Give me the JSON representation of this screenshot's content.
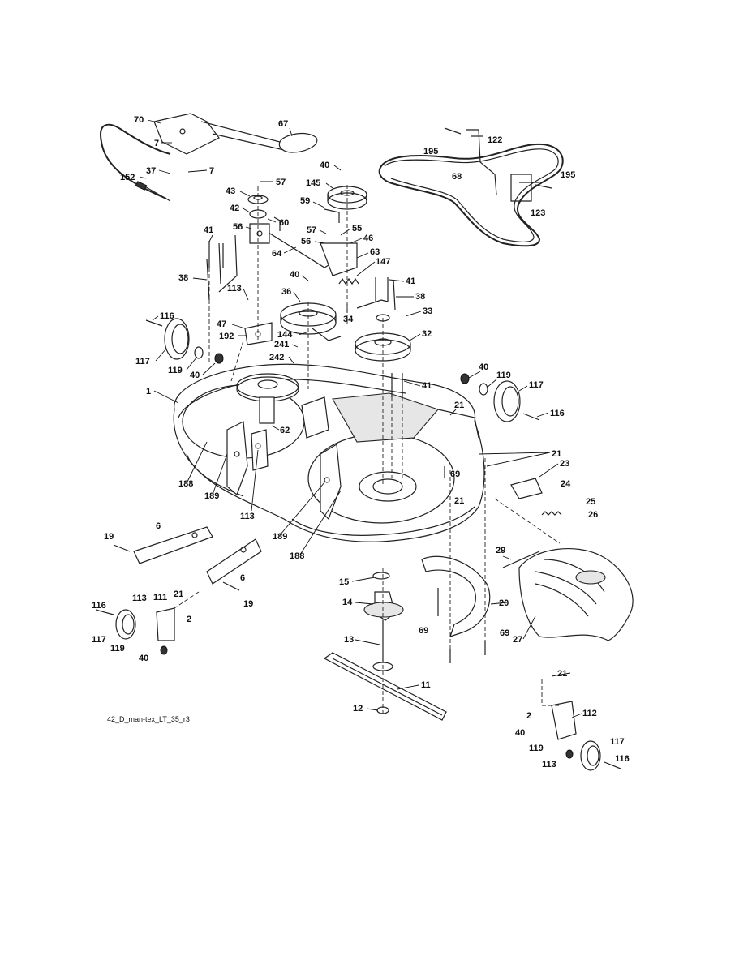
{
  "drawing_id": "42_D_man-tex_LT_35_r3",
  "callouts": [
    {
      "id": "c70a",
      "text": "70"
    },
    {
      "id": "c67",
      "text": "67"
    },
    {
      "id": "c7a",
      "text": "7"
    },
    {
      "id": "c7b",
      "text": "7"
    },
    {
      "id": "c152",
      "text": "152"
    },
    {
      "id": "c37",
      "text": "37"
    },
    {
      "id": "c57a",
      "text": "57"
    },
    {
      "id": "c40a",
      "text": "40"
    },
    {
      "id": "c145",
      "text": "145"
    },
    {
      "id": "c43",
      "text": "43"
    },
    {
      "id": "c42",
      "text": "42"
    },
    {
      "id": "c59",
      "text": "59"
    },
    {
      "id": "c60",
      "text": "60"
    },
    {
      "id": "c56a",
      "text": "56"
    },
    {
      "id": "c41a",
      "text": "41"
    },
    {
      "id": "c57b",
      "text": "57"
    },
    {
      "id": "c55",
      "text": "55"
    },
    {
      "id": "c56b",
      "text": "56"
    },
    {
      "id": "c46",
      "text": "46"
    },
    {
      "id": "c64",
      "text": "64"
    },
    {
      "id": "c63",
      "text": "63"
    },
    {
      "id": "c147",
      "text": "147"
    },
    {
      "id": "c40b",
      "text": "40"
    },
    {
      "id": "c41b",
      "text": "41"
    },
    {
      "id": "c38a",
      "text": "38"
    },
    {
      "id": "c38b",
      "text": "38"
    },
    {
      "id": "c113a",
      "text": "113"
    },
    {
      "id": "c36",
      "text": "36"
    },
    {
      "id": "c34",
      "text": "34"
    },
    {
      "id": "c33",
      "text": "33"
    },
    {
      "id": "c116a",
      "text": "116"
    },
    {
      "id": "c47",
      "text": "47"
    },
    {
      "id": "c192",
      "text": "192"
    },
    {
      "id": "c144",
      "text": "144"
    },
    {
      "id": "c32",
      "text": "32"
    },
    {
      "id": "c241",
      "text": "241"
    },
    {
      "id": "c117a",
      "text": "117"
    },
    {
      "id": "c242",
      "text": "242"
    },
    {
      "id": "c119a",
      "text": "119"
    },
    {
      "id": "c40c",
      "text": "40"
    },
    {
      "id": "c40d",
      "text": "40"
    },
    {
      "id": "c119b",
      "text": "119"
    },
    {
      "id": "c41c",
      "text": "41"
    },
    {
      "id": "c117b",
      "text": "117"
    },
    {
      "id": "c1",
      "text": "1"
    },
    {
      "id": "c21a",
      "text": "21"
    },
    {
      "id": "c116b",
      "text": "116"
    },
    {
      "id": "c62",
      "text": "62"
    },
    {
      "id": "c21b",
      "text": "21"
    },
    {
      "id": "c23",
      "text": "23"
    },
    {
      "id": "c69a",
      "text": "69"
    },
    {
      "id": "c188a",
      "text": "188"
    },
    {
      "id": "c189a",
      "text": "189"
    },
    {
      "id": "c21c",
      "text": "21"
    },
    {
      "id": "c24",
      "text": "24"
    },
    {
      "id": "c25",
      "text": "25"
    },
    {
      "id": "c113b",
      "text": "113"
    },
    {
      "id": "c26",
      "text": "26"
    },
    {
      "id": "c189b",
      "text": "189"
    },
    {
      "id": "c19a",
      "text": "19"
    },
    {
      "id": "c6a",
      "text": "6"
    },
    {
      "id": "c188b",
      "text": "188"
    },
    {
      "id": "c29",
      "text": "29"
    },
    {
      "id": "c6b",
      "text": "6"
    },
    {
      "id": "c15",
      "text": "15"
    },
    {
      "id": "c21d",
      "text": "21"
    },
    {
      "id": "c113c",
      "text": "113"
    },
    {
      "id": "c111",
      "text": "111"
    },
    {
      "id": "c116c",
      "text": "116"
    },
    {
      "id": "c19b",
      "text": "19"
    },
    {
      "id": "c14",
      "text": "14"
    },
    {
      "id": "c20",
      "text": "20"
    },
    {
      "id": "c2a",
      "text": "2"
    },
    {
      "id": "c27",
      "text": "27"
    },
    {
      "id": "c117c",
      "text": "117"
    },
    {
      "id": "c119c",
      "text": "119"
    },
    {
      "id": "c69b",
      "text": "69"
    },
    {
      "id": "c69c",
      "text": "69"
    },
    {
      "id": "c40e",
      "text": "40"
    },
    {
      "id": "c13",
      "text": "13"
    },
    {
      "id": "c11",
      "text": "11"
    },
    {
      "id": "c21e",
      "text": "21"
    },
    {
      "id": "c12",
      "text": "12"
    },
    {
      "id": "c2b",
      "text": "2"
    },
    {
      "id": "c112",
      "text": "112"
    },
    {
      "id": "c40f",
      "text": "40"
    },
    {
      "id": "c117d",
      "text": "117"
    },
    {
      "id": "c119d",
      "text": "119"
    },
    {
      "id": "c116d",
      "text": "116"
    },
    {
      "id": "c113d",
      "text": "113"
    },
    {
      "id": "c195a",
      "text": "195"
    },
    {
      "id": "c122",
      "text": "122"
    },
    {
      "id": "c68",
      "text": "68"
    },
    {
      "id": "c195b",
      "text": "195"
    },
    {
      "id": "c123",
      "text": "123"
    }
  ]
}
